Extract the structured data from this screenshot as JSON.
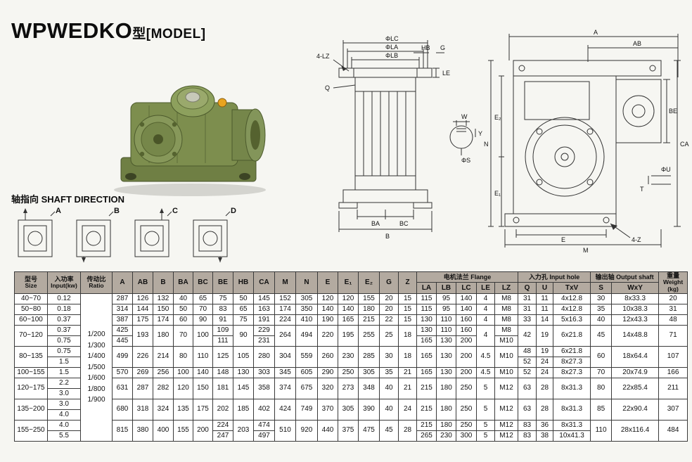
{
  "title_main": "WPWEDKO",
  "title_suffix": "型[MODEL]",
  "colors": {
    "page_bg": "#f6f6f2",
    "table_header_bg": "#b3aaa0",
    "table_line": "#3a3a3a",
    "photo_green": "#7d8e4e",
    "plug_yellow": "#e9a41f"
  },
  "shaft_direction": {
    "heading": "轴指向 SHAFT DIRECTION",
    "variants": [
      "A",
      "B",
      "C",
      "D"
    ]
  },
  "drawings": {
    "side": {
      "lz": "4-LZ",
      "lc": "ΦLC",
      "la": "ΦLA",
      "lb": "ΦLB",
      "hb": "HB",
      "g": "G",
      "q": "Q",
      "le": "LE",
      "s": "ΦS",
      "w": "W",
      "y": "Y",
      "ba": "BA",
      "bc": "BC",
      "b": "B"
    },
    "front": {
      "a": "A",
      "ab": "AB",
      "be": "BE",
      "ca": "CA",
      "n": "N",
      "e2": "E₂",
      "e1": "E₁",
      "u": "ΦU",
      "t": "T",
      "e": "E",
      "m": "M",
      "z": "4-Z"
    }
  },
  "table": {
    "headers": {
      "size_zh": "型号",
      "size_en": "Size",
      "input_zh": "入功率",
      "input_en": "Input(kw)",
      "ratio_zh": "传动比",
      "ratio_en": "Ratio",
      "dims": [
        "A",
        "AB",
        "B",
        "BA",
        "BC",
        "BE",
        "HB",
        "CA",
        "M",
        "N",
        "E",
        "E₁",
        "E₂",
        "G",
        "Z"
      ],
      "flange_group": "电机法兰 Flange",
      "flange_cols": [
        "LA",
        "LB",
        "LC",
        "LE",
        "LZ"
      ],
      "input_hole_group": "入力孔 Input hole",
      "input_hole_cols": [
        "Q",
        "U",
        "TxV"
      ],
      "output_group": "输出轴 Output shaft",
      "output_cols": [
        "S",
        "WxY"
      ],
      "weight_zh": "重量",
      "weight_en": "Weight",
      "weight_unit": "(kg)"
    },
    "body": [
      [
        "40~70",
        "0.12",
        {
          "t": "1/200\n1/300\n1/400\n1/500\n1/600\n1/800\n1/900",
          "rs": 14,
          "cls": "ratio-cell"
        },
        "287",
        "126",
        "132",
        "40",
        "65",
        "75",
        "50",
        "145",
        "152",
        "305",
        "120",
        "120",
        "155",
        "20",
        "15",
        "115",
        "95",
        "140",
        "4",
        "M8",
        "31",
        "11",
        "4x12.8",
        "30",
        "8x33.3",
        "20"
      ],
      [
        "50~80",
        "0.18",
        "314",
        "144",
        "150",
        "50",
        "70",
        "83",
        "65",
        "163",
        "174",
        "350",
        "140",
        "140",
        "180",
        "20",
        "15",
        "115",
        "95",
        "140",
        "4",
        "M8",
        "31",
        "11",
        "4x12.8",
        "35",
        "10x38.3",
        "31"
      ],
      [
        "60~100",
        "0.37",
        "387",
        "175",
        "174",
        "60",
        "90",
        "91",
        "75",
        "191",
        "224",
        "410",
        "190",
        "165",
        "215",
        "22",
        "15",
        "130",
        "110",
        "160",
        "4",
        "M8",
        "33",
        "14",
        "5x16.3",
        "40",
        "12x43.3",
        "48"
      ],
      [
        {
          "t": "70~120",
          "rs": 2
        },
        "0.37",
        "425",
        {
          "t": "193",
          "rs": 2
        },
        {
          "t": "180",
          "rs": 2
        },
        {
          "t": "70",
          "rs": 2
        },
        {
          "t": "100",
          "rs": 2
        },
        "109",
        {
          "t": "90",
          "rs": 2
        },
        "229",
        {
          "t": "264",
          "rs": 2
        },
        {
          "t": "494",
          "rs": 2
        },
        {
          "t": "220",
          "rs": 2
        },
        {
          "t": "195",
          "rs": 2
        },
        {
          "t": "255",
          "rs": 2
        },
        {
          "t": "25",
          "rs": 2
        },
        {
          "t": "18",
          "rs": 2
        },
        "130",
        "110",
        "160",
        {
          "t": "4",
          "rs": 2
        },
        "M8",
        {
          "t": "42",
          "rs": 2
        },
        {
          "t": "19",
          "rs": 2
        },
        {
          "t": "6x21.8",
          "rs": 2
        },
        {
          "t": "45",
          "rs": 2
        },
        {
          "t": "14x48.8",
          "rs": 2
        },
        {
          "t": "71",
          "rs": 2
        }
      ],
      [
        "0.75",
        "445",
        "111",
        "231",
        "165",
        "130",
        "200",
        "M10"
      ],
      [
        {
          "t": "80~135",
          "rs": 2
        },
        "0.75",
        {
          "t": "499",
          "rs": 2
        },
        {
          "t": "226",
          "rs": 2
        },
        {
          "t": "214",
          "rs": 2
        },
        {
          "t": "80",
          "rs": 2
        },
        {
          "t": "110",
          "rs": 2
        },
        {
          "t": "125",
          "rs": 2
        },
        {
          "t": "105",
          "rs": 2
        },
        {
          "t": "280",
          "rs": 2
        },
        {
          "t": "304",
          "rs": 2
        },
        {
          "t": "559",
          "rs": 2
        },
        {
          "t": "260",
          "rs": 2
        },
        {
          "t": "230",
          "rs": 2
        },
        {
          "t": "285",
          "rs": 2
        },
        {
          "t": "30",
          "rs": 2
        },
        {
          "t": "18",
          "rs": 2
        },
        {
          "t": "165",
          "rs": 2
        },
        {
          "t": "130",
          "rs": 2
        },
        {
          "t": "200",
          "rs": 2
        },
        {
          "t": "4.5",
          "rs": 2
        },
        {
          "t": "M10",
          "rs": 2
        },
        "48",
        "19",
        "6x21.8",
        {
          "t": "60",
          "rs": 2
        },
        {
          "t": "18x64.4",
          "rs": 2
        },
        {
          "t": "107",
          "rs": 2
        }
      ],
      [
        "1.5",
        "52",
        "24",
        "8x27.3"
      ],
      [
        "100~155",
        "1.5",
        "570",
        "269",
        "256",
        "100",
        "140",
        "148",
        "130",
        "303",
        "345",
        "605",
        "290",
        "250",
        "305",
        "35",
        "21",
        "165",
        "130",
        "200",
        "4.5",
        "M10",
        "52",
        "24",
        "8x27.3",
        "70",
        "20x74.9",
        "166"
      ],
      [
        {
          "t": "120~175",
          "rs": 2
        },
        "2.2",
        {
          "t": "631",
          "rs": 2
        },
        {
          "t": "287",
          "rs": 2
        },
        {
          "t": "282",
          "rs": 2
        },
        {
          "t": "120",
          "rs": 2
        },
        {
          "t": "150",
          "rs": 2
        },
        {
          "t": "181",
          "rs": 2
        },
        {
          "t": "145",
          "rs": 2
        },
        {
          "t": "358",
          "rs": 2
        },
        {
          "t": "374",
          "rs": 2
        },
        {
          "t": "675",
          "rs": 2
        },
        {
          "t": "320",
          "rs": 2
        },
        {
          "t": "273",
          "rs": 2
        },
        {
          "t": "348",
          "rs": 2
        },
        {
          "t": "40",
          "rs": 2
        },
        {
          "t": "21",
          "rs": 2
        },
        {
          "t": "215",
          "rs": 2
        },
        {
          "t": "180",
          "rs": 2
        },
        {
          "t": "250",
          "rs": 2
        },
        {
          "t": "5",
          "rs": 2
        },
        {
          "t": "M12",
          "rs": 2
        },
        {
          "t": "63",
          "rs": 2
        },
        {
          "t": "28",
          "rs": 2
        },
        {
          "t": "8x31.3",
          "rs": 2
        },
        {
          "t": "80",
          "rs": 2
        },
        {
          "t": "22x85.4",
          "rs": 2
        },
        {
          "t": "211",
          "rs": 2
        }
      ],
      [
        "3.0"
      ],
      [
        {
          "t": "135~200",
          "rs": 2
        },
        "3.0",
        {
          "t": "680",
          "rs": 2
        },
        {
          "t": "318",
          "rs": 2
        },
        {
          "t": "324",
          "rs": 2
        },
        {
          "t": "135",
          "rs": 2
        },
        {
          "t": "175",
          "rs": 2
        },
        {
          "t": "202",
          "rs": 2
        },
        {
          "t": "185",
          "rs": 2
        },
        {
          "t": "402",
          "rs": 2
        },
        {
          "t": "424",
          "rs": 2
        },
        {
          "t": "749",
          "rs": 2
        },
        {
          "t": "370",
          "rs": 2
        },
        {
          "t": "305",
          "rs": 2
        },
        {
          "t": "390",
          "rs": 2
        },
        {
          "t": "40",
          "rs": 2
        },
        {
          "t": "24",
          "rs": 2
        },
        {
          "t": "215",
          "rs": 2
        },
        {
          "t": "180",
          "rs": 2
        },
        {
          "t": "250",
          "rs": 2
        },
        {
          "t": "5",
          "rs": 2
        },
        {
          "t": "M12",
          "rs": 2
        },
        {
          "t": "63",
          "rs": 2
        },
        {
          "t": "28",
          "rs": 2
        },
        {
          "t": "8x31.3",
          "rs": 2
        },
        {
          "t": "85",
          "rs": 2
        },
        {
          "t": "22x90.4",
          "rs": 2
        },
        {
          "t": "307",
          "rs": 2
        }
      ],
      [
        "4.0"
      ],
      [
        {
          "t": "155~250",
          "rs": 2
        },
        "4.0",
        {
          "t": "815",
          "rs": 2
        },
        {
          "t": "380",
          "rs": 2
        },
        {
          "t": "400",
          "rs": 2
        },
        {
          "t": "155",
          "rs": 2
        },
        {
          "t": "200",
          "rs": 2
        },
        "224",
        {
          "t": "203",
          "rs": 2
        },
        "474",
        {
          "t": "510",
          "rs": 2
        },
        {
          "t": "920",
          "rs": 2
        },
        {
          "t": "440",
          "rs": 2
        },
        {
          "t": "375",
          "rs": 2
        },
        {
          "t": "475",
          "rs": 2
        },
        {
          "t": "45",
          "rs": 2
        },
        {
          "t": "28",
          "rs": 2
        },
        "215",
        "180",
        "250",
        "5",
        "M12",
        "83",
        "36",
        "8x31.3",
        {
          "t": "110",
          "rs": 2
        },
        {
          "t": "28x116.4",
          "rs": 2
        },
        {
          "t": "484",
          "rs": 2
        }
      ],
      [
        "5.5",
        "247",
        "497",
        "265",
        "230",
        "300",
        "5",
        "M12",
        "83",
        "38",
        "10x41.3"
      ]
    ]
  }
}
